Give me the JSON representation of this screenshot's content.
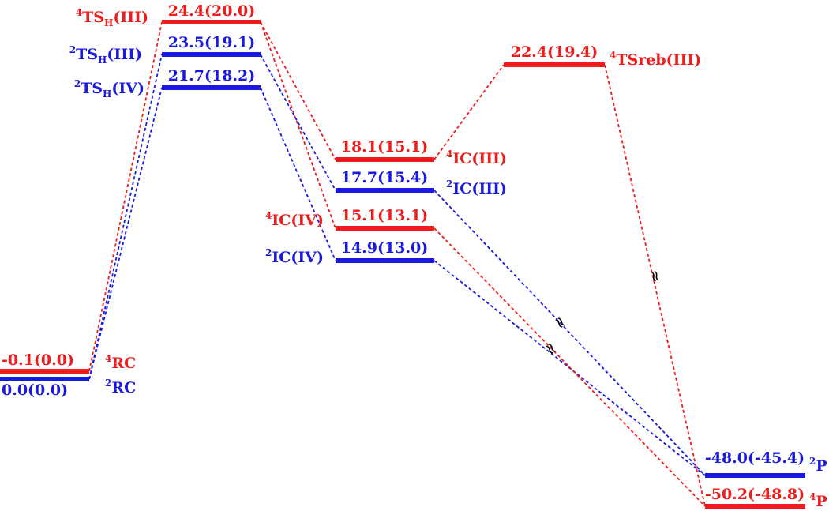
{
  "colors": {
    "quartet": "#ee1c1c",
    "doublet": "#1a1adf",
    "break": "#000000"
  },
  "levels": [
    {
      "id": "4rc",
      "spin": "quartet",
      "value": "-0.1(0.0)",
      "name_sup": "4",
      "name_main": "RC",
      "name_sub": "",
      "name_tail": ""
    },
    {
      "id": "2rc",
      "spin": "doublet",
      "value": "0.0(0.0)",
      "name_sup": "2",
      "name_main": "RC",
      "name_sub": "",
      "name_tail": ""
    },
    {
      "id": "4tsh3",
      "spin": "quartet",
      "value": "24.4(20.0)",
      "name_sup": "4",
      "name_main": "TS",
      "name_sub": "H",
      "name_tail": "(III)"
    },
    {
      "id": "2tsh3",
      "spin": "doublet",
      "value": "23.5(19.1)",
      "name_sup": "2",
      "name_main": "TS",
      "name_sub": "H",
      "name_tail": "(III)"
    },
    {
      "id": "2tsh4",
      "spin": "doublet",
      "value": "21.7(18.2)",
      "name_sup": "2",
      "name_main": "TS",
      "name_sub": "H",
      "name_tail": "(IV)"
    },
    {
      "id": "4ic3",
      "spin": "quartet",
      "value": "18.1(15.1)",
      "name_sup": "4",
      "name_main": "IC",
      "name_sub": "",
      "name_tail": "(III)"
    },
    {
      "id": "2ic3",
      "spin": "doublet",
      "value": "17.7(15.4)",
      "name_sup": "2",
      "name_main": "IC",
      "name_sub": "",
      "name_tail": "(III)"
    },
    {
      "id": "4ic4",
      "spin": "quartet",
      "value": "15.1(13.1)",
      "name_sup": "4",
      "name_main": "IC",
      "name_sub": "",
      "name_tail": "(IV)"
    },
    {
      "id": "2ic4",
      "spin": "doublet",
      "value": "14.9(13.0)",
      "name_sup": "2",
      "name_main": "IC",
      "name_sub": "",
      "name_tail": "(IV)"
    },
    {
      "id": "4tsreb3",
      "spin": "quartet",
      "value": "22.4(19.4)",
      "name_sup": "4",
      "name_main": "TSreb",
      "name_sub": "",
      "name_tail": "(III)"
    },
    {
      "id": "2p",
      "spin": "doublet",
      "value": "-48.0(-45.4)",
      "name_sup": "2",
      "name_main": "P",
      "name_sub": "",
      "name_tail": ""
    },
    {
      "id": "4p",
      "spin": "quartet",
      "value": "-50.2(-48.8)",
      "name_sup": "4",
      "name_main": "P",
      "name_sub": "",
      "name_tail": ""
    }
  ],
  "connections": [
    {
      "from": "4rc",
      "to": "4tsh3",
      "spin": "quartet"
    },
    {
      "from": "2rc",
      "to": "2tsh3",
      "spin": "doublet"
    },
    {
      "from": "2rc",
      "to": "2tsh4",
      "spin": "doublet"
    },
    {
      "from": "4tsh3",
      "to": "4ic3",
      "spin": "quartet"
    },
    {
      "from": "4tsh3",
      "to": "4ic4",
      "spin": "quartet"
    },
    {
      "from": "2tsh3",
      "to": "2ic3",
      "spin": "doublet"
    },
    {
      "from": "2tsh4",
      "to": "2ic4",
      "spin": "doublet"
    },
    {
      "from": "4ic3",
      "to": "4tsreb3",
      "spin": "quartet"
    },
    {
      "from": "4tsreb3",
      "to": "4p",
      "spin": "quartet"
    },
    {
      "from": "2ic3",
      "to": "2p",
      "spin": "doublet"
    },
    {
      "from": "2ic4",
      "to": "2p",
      "spin": "doublet"
    },
    {
      "from": "4ic4",
      "to": "4p",
      "spin": "quartet"
    }
  ],
  "break_symbol": "≈"
}
